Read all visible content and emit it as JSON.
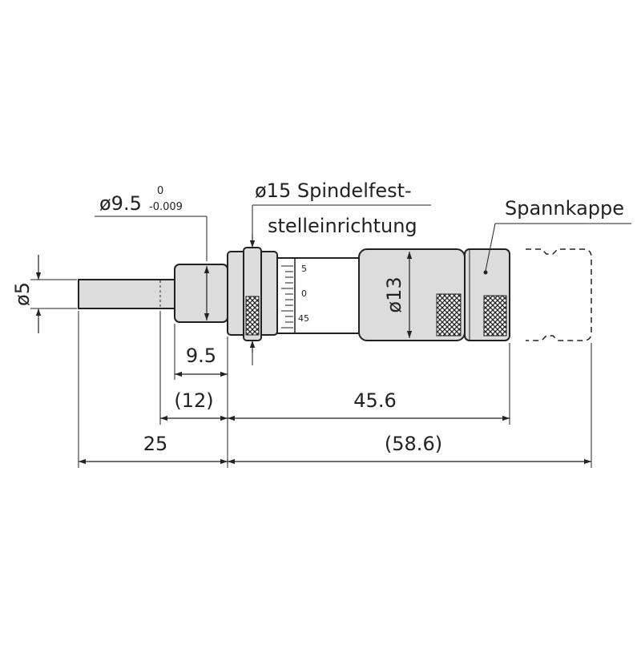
{
  "labels": {
    "shaft_diameter": "ø5",
    "collar_diameter": "ø9.5",
    "collar_tol_upper": "0",
    "collar_tol_lower": "-0.009",
    "lock_title_line1": "ø15 Spindelfest-",
    "lock_title_line2": "stelleinrichtung",
    "barrel_diameter": "ø13",
    "cap_name": "Spannkappe"
  },
  "dimensions": {
    "collar_length": "9.5",
    "collar_offset": "(12)",
    "body_length": "45.6",
    "shaft_length": "25",
    "total_length": "(58.6)"
  },
  "scale": {
    "upper": "5",
    "middle": "0",
    "lower": "45"
  },
  "colors": {
    "line": "#222222",
    "body_fill": "#dcdcdc",
    "hatch": "#222222"
  }
}
